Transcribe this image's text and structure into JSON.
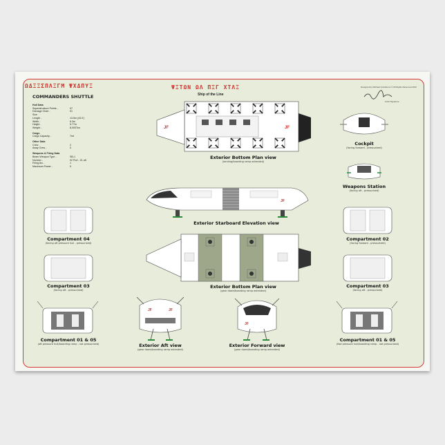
{
  "poster": {
    "alien_title_left": "ΩΔΞΞΣΠΛΞΓΜ ΨΧΔΠΥΞ",
    "alien_title_center": "ΨΞΤΩΝ ΩΛ ΠΞΓ ΧΤΛΞ",
    "subtitle_center": "Ship of the Line",
    "vessel_name": "COMMANDERS SHUTTLE",
    "credit_line_1": "Designed by Michael Grindstone © All Rights Reserved 2012",
    "credit_line_2": "Artist Signature"
  },
  "specs": {
    "hull": {
      "heading": "Hull Data",
      "rows": [
        {
          "k": "Superstructure Points -",
          "v": "07"
        },
        {
          "k": "Damage Chart -",
          "v": "01"
        },
        {
          "k": "Size",
          "v": ""
        },
        {
          "k": "Length -",
          "v": "13.5m (43.0')"
        },
        {
          "k": "Width -",
          "v": "6.3m"
        },
        {
          "k": "Height -",
          "v": "5.77m"
        },
        {
          "k": "Weight -",
          "v": "8,000Ton"
        }
      ]
    },
    "cargo": {
      "heading": "Cargo",
      "rows": [
        {
          "k": "Cargo Capacity -",
          "v": "7mt"
        }
      ]
    },
    "other": {
      "heading": "Other Data",
      "rows": [
        {
          "k": "Crew -",
          "v": "2"
        },
        {
          "k": "Away Crew -",
          "v": "0"
        }
      ]
    },
    "weapons": {
      "heading": "Weapons & Firing Data",
      "rows": [
        {
          "k": "Beam Weapon Type -",
          "v": "SB-1"
        },
        {
          "k": "Number -",
          "v": "02 Port - 01 aft"
        },
        {
          "k": "Firing Arc -",
          "v": "1"
        },
        {
          "k": "Maximum Power -",
          "v": "5"
        }
      ]
    }
  },
  "views": {
    "bottom_plan": {
      "title": "Exterior Bottom Plan view",
      "sub": "(landing/boarding ramp extended)"
    },
    "starboard": {
      "title": "Exterior Starboard Elevation view",
      "sub": ""
    },
    "bottom_plan_2": {
      "title": "Exterior Bottom Plan view",
      "sub": "(gear down/boarding ramp extended)"
    },
    "aft": {
      "title": "Exterior Aft view",
      "sub": "(gear down/boarding ramp extended)"
    },
    "forward": {
      "title": "Exterior Forward view",
      "sub": "(gear down/boarding ramp extended)"
    },
    "cockpit": {
      "title": "Cockpit",
      "sub": "(facing forward - pressurized)"
    },
    "weapons_station": {
      "title": "Weapons Station",
      "sub": "(facing aft - pressurized)"
    },
    "comp_04": {
      "title": "Compartment 04",
      "sub": "(facing aft pressure hull - pressurized)"
    },
    "comp_02": {
      "title": "Compartment 02",
      "sub": "(facing forward - pressurized)"
    },
    "comp_03": {
      "title": "Compartment 03",
      "sub": "(facing aft - pressurized)"
    },
    "comp_01_05_left": {
      "title": "Compartment 01 & 05",
      "sub": "(aft pressure hull/boarding ramp - not pressurized)"
    },
    "comp_01_05_right": {
      "title": "Compartment 01 & 05",
      "sub": "(fwd pressure hull/boarding ramp - not pressurized)"
    }
  },
  "colors": {
    "accent": "#d63a36",
    "panel": "#e7edda",
    "hull": "#ffffff",
    "olive": "#9fa78a"
  }
}
